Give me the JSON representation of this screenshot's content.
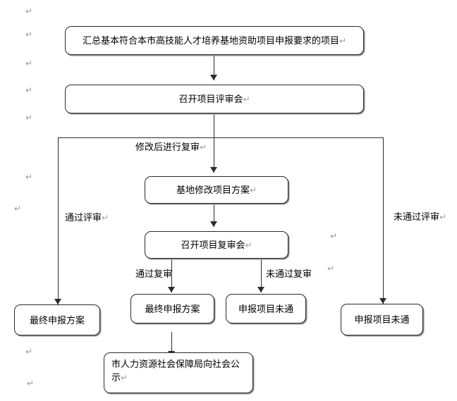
{
  "document": {
    "type": "flowchart",
    "title": "高技能人才培养基地资助项目申报评审流程图",
    "language": "zh-CN",
    "background_color": "#ffffff",
    "line_color": "#2b2b2b",
    "text_color": "#000000",
    "pilcrow_color": "#9a9a9a",
    "paragraph_mark": "↵"
  },
  "nodes": [
    {
      "id": "n1",
      "name": "summarize-qualified-projects",
      "text": "汇总基本符合本市高技能人才培养基地资助项目申报要求的项目",
      "has_paragraph_mark": true,
      "align": "center"
    },
    {
      "id": "n2",
      "name": "hold-project-review-meeting",
      "text": "召开项目评审会",
      "has_paragraph_mark": true,
      "align": "center"
    },
    {
      "id": "n3",
      "name": "base-revise-project-plan",
      "text": "基地修改项目方案",
      "has_paragraph_mark": true,
      "align": "center"
    },
    {
      "id": "n4",
      "name": "hold-project-re-review-meeting",
      "text": "召开项目复审会",
      "has_paragraph_mark": true,
      "align": "center"
    },
    {
      "id": "n5",
      "name": "final-application-plan-left",
      "text": "最终申报方案",
      "has_paragraph_mark": false,
      "align": "center"
    },
    {
      "id": "n6",
      "name": "final-application-plan-middle",
      "text": "最终申报方案",
      "has_paragraph_mark": false,
      "align": "center"
    },
    {
      "id": "n7",
      "name": "application-project-not-passed-middle",
      "text": "申报项目未通",
      "has_paragraph_mark": false,
      "align": "center"
    },
    {
      "id": "n8",
      "name": "application-project-not-passed-right",
      "text": "申报项目未通",
      "has_paragraph_mark": false,
      "align": "center"
    },
    {
      "id": "n9",
      "name": "bureau-public-announcement",
      "text": "市人力资源社会保障局向社会公示",
      "has_paragraph_mark": true,
      "align": "left"
    }
  ],
  "edge_labels": [
    {
      "id": "e1",
      "name": "edge-label-revise-then-re-review",
      "text": "修改后进行复审",
      "has_paragraph_mark": true
    },
    {
      "id": "e2",
      "name": "edge-label-passed-review",
      "text": "通过评审",
      "has_paragraph_mark": true
    },
    {
      "id": "e3",
      "name": "edge-label-not-passed-review",
      "text": "未通过评审",
      "has_paragraph_mark": true
    },
    {
      "id": "e4",
      "name": "edge-label-passed-re-review",
      "text": "通过复审",
      "has_paragraph_mark": false
    },
    {
      "id": "e5",
      "name": "edge-label-not-passed-re-review",
      "text": "未通过复审",
      "has_paragraph_mark": false
    }
  ],
  "paragraph_marks": [
    {
      "id": "p1",
      "mark": "↵"
    },
    {
      "id": "p2",
      "mark": "↵"
    },
    {
      "id": "p3",
      "mark": "↵"
    },
    {
      "id": "p4",
      "mark": "↵"
    },
    {
      "id": "p5",
      "mark": "↵"
    },
    {
      "id": "p6",
      "mark": "↵"
    },
    {
      "id": "p7",
      "mark": "↵"
    },
    {
      "id": "p8",
      "mark": "↵"
    },
    {
      "id": "p9",
      "mark": "↵"
    },
    {
      "id": "p10",
      "mark": "↵"
    },
    {
      "id": "p11",
      "mark": "↵"
    }
  ]
}
